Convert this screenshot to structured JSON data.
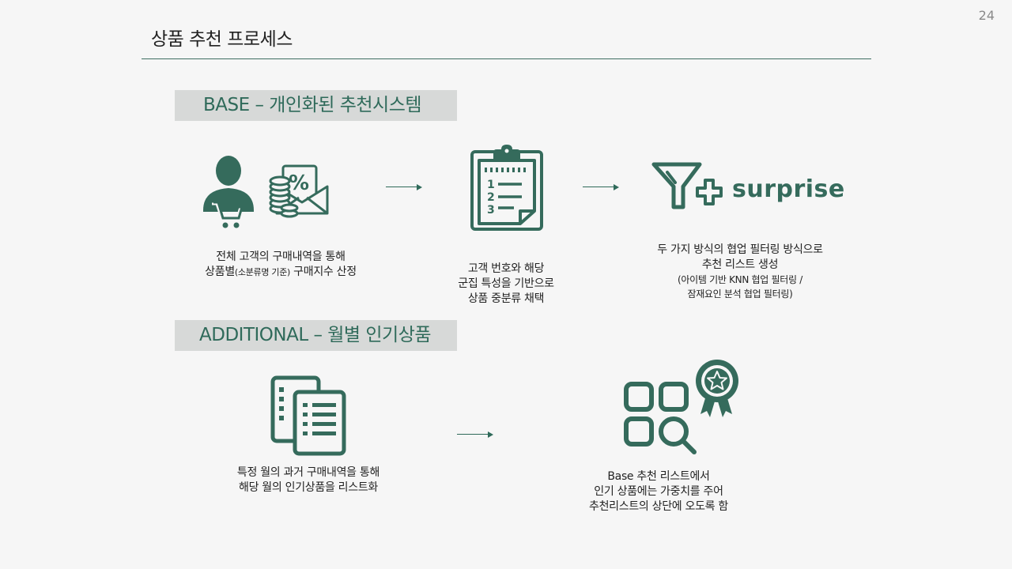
{
  "page_number": "24",
  "title": "상품 추천 프로세스",
  "colors": {
    "accent": "#356b5c",
    "rule": "#3f6e62",
    "banner_bg": "#d7d9d8"
  },
  "base": {
    "banner": "BASE – 개인화된 추천시스템",
    "steps": [
      {
        "icon": "shopper-discount-icon",
        "lines": [
          "전체 고객의 구매내역을 통해"
        ],
        "line2_pre": "상품별",
        "line2_small": "(소분류명 기준)",
        "line2_post": " 구매지수 산정"
      },
      {
        "icon": "clipboard-list-icon",
        "lines": [
          "고객 번호와 해당",
          "군집 특성을 기반으로",
          "상품 중분류 채택"
        ]
      },
      {
        "icon": "filter-plus-icon",
        "logo_text": "surprise",
        "lines": [
          "두 가지 방식의 협업 필터링 방식으로",
          "추천 리스트 생성"
        ],
        "sub_lines": [
          "(아이템 기반 KNN 협업 필터링 /",
          "잠재요인 분석 협업 필터링)"
        ]
      }
    ]
  },
  "additional": {
    "banner": "ADDITIONAL – 월별 인기상품",
    "steps": [
      {
        "icon": "documents-icon",
        "lines": [
          "특정 월의 과거 구매내역을 통해",
          "해당 월의 인기상품을 리스트화"
        ]
      },
      {
        "icon": "grid-search-badge-icon",
        "lines": [
          "Base 추천 리스트에서",
          "인기 상품에는 가중치를 주어",
          "추천리스트의 상단에 오도록 함"
        ]
      }
    ]
  }
}
